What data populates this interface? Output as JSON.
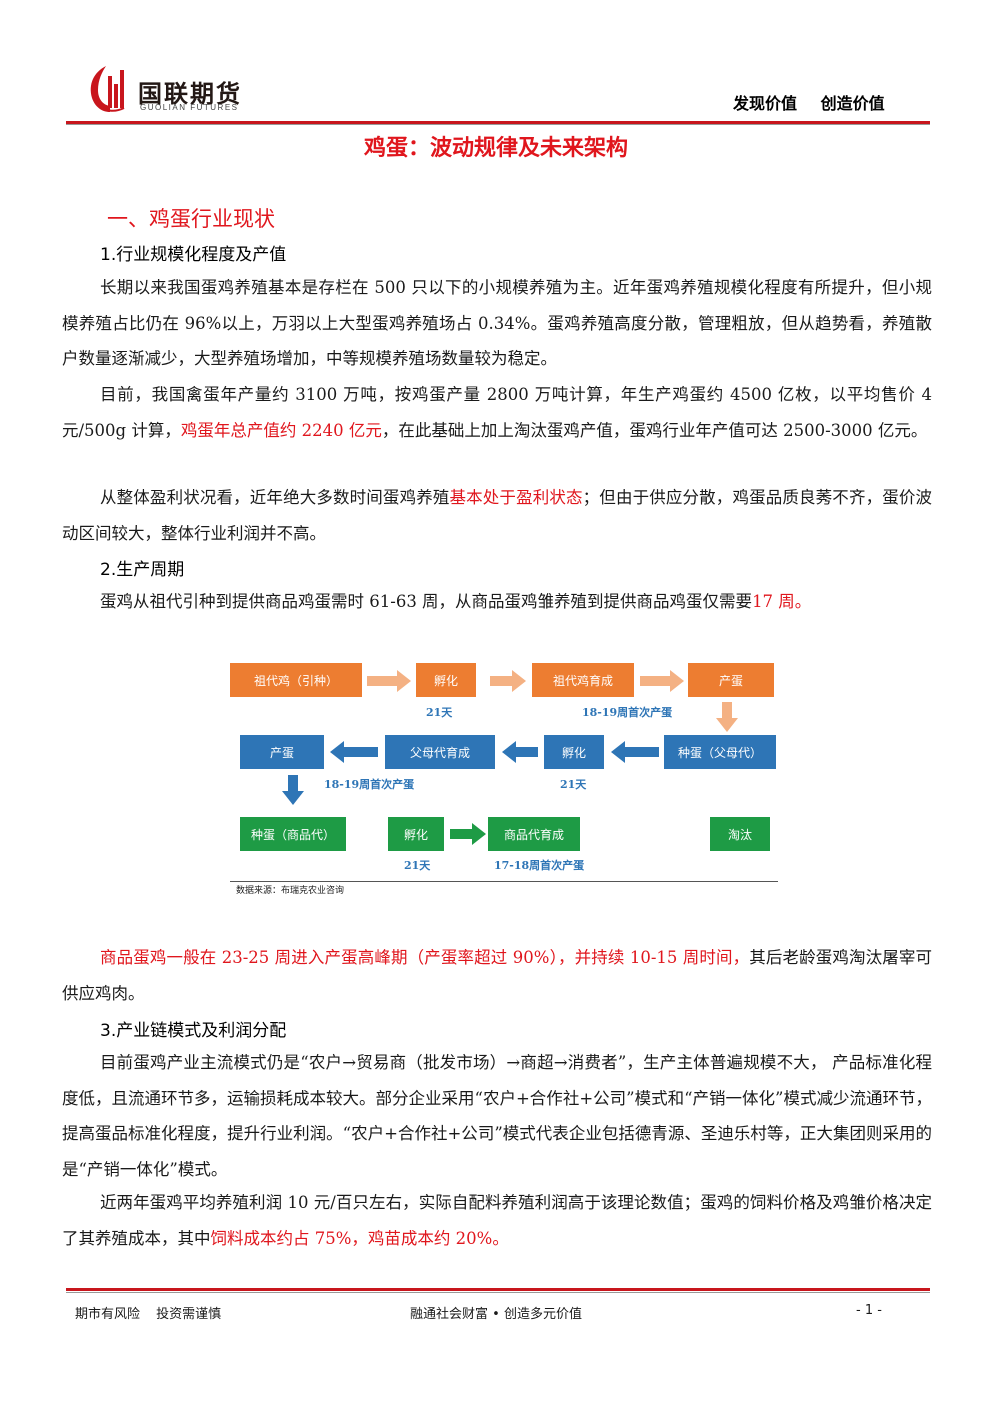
{
  "header": {
    "logo_cn": "国联期货",
    "logo_en": "GUOLIAN FUTURES",
    "slogan": "发现价值 创造价值"
  },
  "title": "鸡蛋：波动规律及未来架构",
  "section1": {
    "heading": "一、鸡蛋行业现状",
    "sub1": {
      "heading": "1.行业规模化程度及产值",
      "p1": "长期以来我国蛋鸡养殖基本是存栏在 500 只以下的小规模养殖为主。近年蛋鸡养殖规模化程度有所提升，但小规模养殖占比仍在 96%以上，万羽以上大型蛋鸡养殖场占 0.34%。蛋鸡养殖高度分散，管理粗放，但从趋势看，养殖散户数量逐渐减少，大型养殖场增加，中等规模养殖场数量较为稳定。",
      "p2_a": "目前，我国禽蛋年产量约 3100 万吨，按鸡蛋产量 2800 万吨计算，年生产鸡蛋约 4500 亿枚，以平均售价 4 元/500g 计算，",
      "p2_red": "鸡蛋年总产值约 2240 亿元",
      "p2_b": "，在此基础上加上淘汰蛋鸡产值，蛋鸡行业年产值可达 2500-3000 亿元。",
      "p3_a": "从整体盈利状况看，近年绝大多数时间蛋鸡养殖",
      "p3_red": "基本处于盈利状态",
      "p3_b": "；但由于供应分散，鸡蛋品质良莠不齐，蛋价波动区间较大，整体行业利润并不高。"
    },
    "sub2": {
      "heading": "2.生产周期",
      "p1_a": "蛋鸡从祖代引种到提供商品鸡蛋需时 61-63 周，从商品蛋鸡雏养殖到提供商品鸡蛋仅需要",
      "p1_red": "17 周。",
      "p2_red": "商品蛋鸡一般在 23-25 周进入产蛋高峰期（产蛋率超过 90%），并持续 10-15 周时间，",
      "p2_b": "其后老龄蛋鸡淘汰屠宰可供应鸡肉。"
    },
    "sub3": {
      "heading": "3.产业链模式及利润分配",
      "p1": "目前蛋鸡产业主流模式仍是“农户→贸易商（批发市场）→商超→消费者”，生产主体普遍规模不大， 产品标准化程度低，且流通环节多，运输损耗成本较大。部分企业采用“农户+合作社+公司”模式和“产销一体化”模式减少流通环节，提高蛋品标准化程度，提升行业利润。“农户+合作社+公司”模式代表企业包括德青源、圣迪乐村等，正大集团则采用的是“产销一体化”模式。",
      "p2_a": "近两年蛋鸡平均养殖利润 10 元/百只左右，实际自配料养殖利润高于该理论数值；蛋鸡的饲料价格及鸡雏价格决定了其养殖成本，其中",
      "p2_red": "饲料成本约占 75%，鸡苗成本约 20%。"
    }
  },
  "flow": {
    "row1": [
      "祖代鸡（引种）",
      "孵化",
      "祖代鸡育成",
      "产蛋"
    ],
    "row1_labels": [
      "21天",
      "18-19周首次产蛋"
    ],
    "row2": [
      "产蛋",
      "父母代育成",
      "孵化",
      "种蛋（父母代）"
    ],
    "row2_labels": [
      "18-19周首次产蛋",
      "21天"
    ],
    "row3": [
      "种蛋（商品代）",
      "孵化",
      "商品代育成",
      "淘汰"
    ],
    "row3_labels": [
      "21天",
      "17-18周首次产蛋"
    ],
    "source": "数据来源：布瑞克农业咨询"
  },
  "footer": {
    "left": "期市有风险 投资需谨慎",
    "mid": "融通社会财富 • 创造多元价值",
    "page": "- 1 -"
  }
}
